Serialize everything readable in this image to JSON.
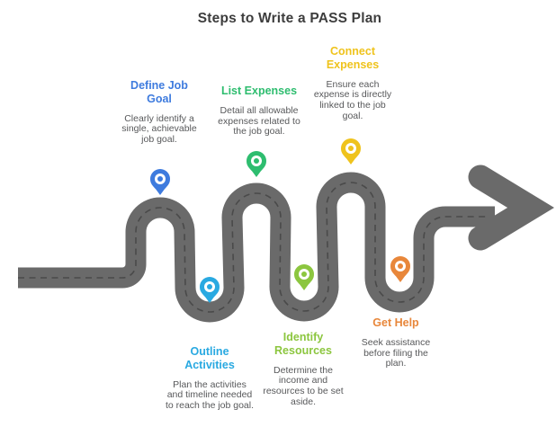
{
  "title": "Steps to Write a PASS Plan",
  "colors": {
    "background": "#FFFFFF",
    "title_text": "#3D3D3D",
    "body_text": "#57585A",
    "road": "#6A6A6A",
    "road_dash": "#4A4A4A"
  },
  "road": {
    "style": "winding-road-with-dashed-center-line",
    "end": "arrow-pointing-right"
  },
  "steps": [
    {
      "title": "Define Job Goal",
      "description": "Clearly identify a single, achievable job goal.",
      "desc_lines": [
        "Clearly identify a",
        "single, achievable",
        "job goal."
      ],
      "color": "#3E7BDE",
      "icon": "location-pin-icon",
      "position": "above-road"
    },
    {
      "title": "Outline Activities",
      "description": "Plan the activities and timeline needed to reach the job goal.",
      "desc_lines": [
        "Plan the activities",
        "and timeline needed",
        "to reach the job goal."
      ],
      "color": "#29A9E1",
      "icon": "location-pin-icon",
      "position": "below-road"
    },
    {
      "title": "List Expenses",
      "description": "Detail all allowable expenses related to the job goal.",
      "desc_lines": [
        "Detail all allowable",
        "expenses related to",
        "the job goal."
      ],
      "color": "#2EBD6F",
      "icon": "location-pin-icon",
      "position": "above-road"
    },
    {
      "title": "Identify Resources",
      "description": "Determine the income and resources to be set aside.",
      "desc_lines": [
        "Determine the",
        "income and",
        "resources to be set",
        "aside."
      ],
      "color": "#8CC63F",
      "icon": "location-pin-icon",
      "position": "below-road"
    },
    {
      "title": "Connect Expenses",
      "description": "Ensure each expense is directly linked to the job goal.",
      "desc_lines": [
        "Ensure each",
        "expense is directly",
        "linked to the job",
        "goal."
      ],
      "color": "#EFC31C",
      "icon": "location-pin-icon",
      "position": "above-road"
    },
    {
      "title": "Get Help",
      "description": "Seek assistance before filing the plan.",
      "desc_lines": [
        "Seek assistance",
        "before filing the",
        "plan."
      ],
      "color": "#E8873B",
      "icon": "location-pin-icon",
      "position": "below-road"
    }
  ]
}
